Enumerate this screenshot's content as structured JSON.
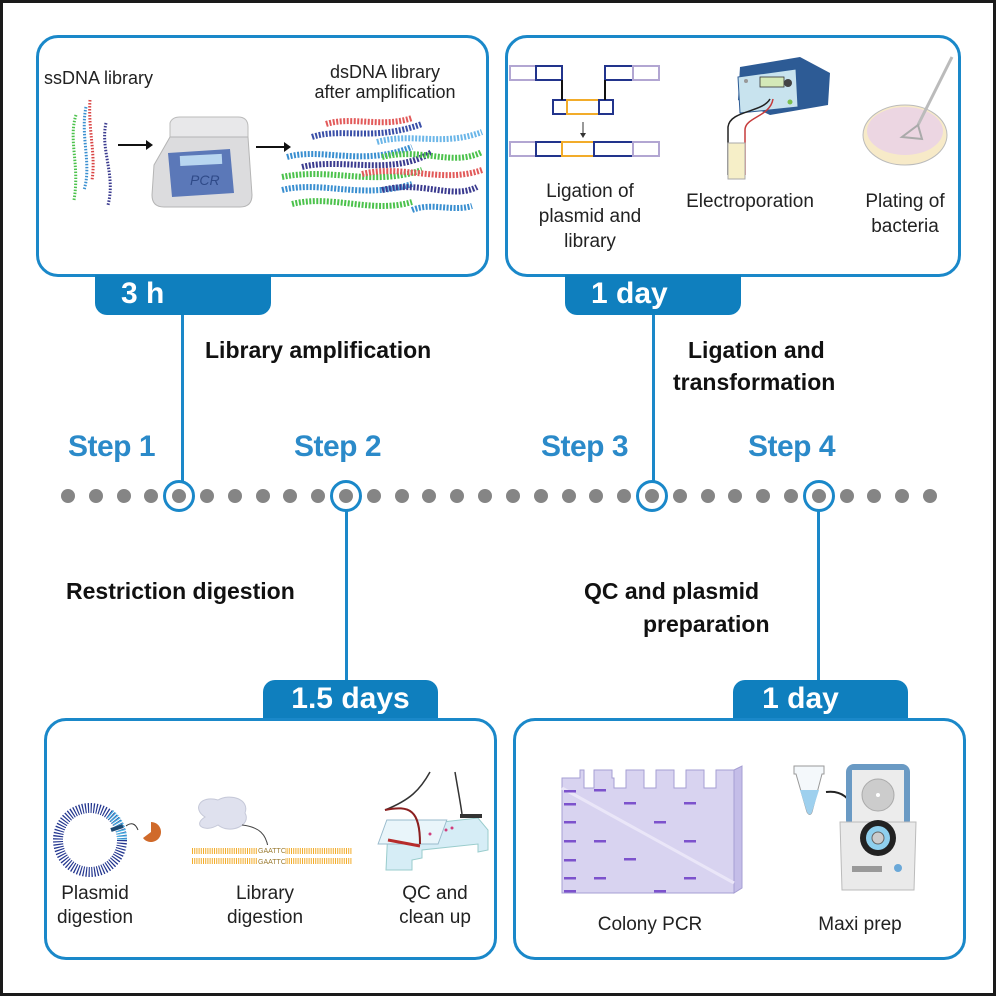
{
  "figure": {
    "steps": [
      {
        "label": "Step 1",
        "phase": "Library amplification",
        "duration": "3 h",
        "items": [
          "ssDNA library",
          "dsDNA library after amplification"
        ],
        "device_label": "PCR"
      },
      {
        "label": "Step 2",
        "phase": "Restriction digestion",
        "duration": "1.5 days",
        "items": [
          "Plasmid digestion",
          "Library digestion",
          "QC and clean up"
        ],
        "site_top": "GAATTC",
        "site_bottom": "GAATTC"
      },
      {
        "label": "Step 3",
        "phase_line1": "Ligation and",
        "phase_line2": "transformation",
        "duration": "1 day",
        "items": [
          "Ligation of plasmid and library",
          "Electroporation",
          "Plating of bacteria"
        ]
      },
      {
        "label": "Step 4",
        "phase_line1": "QC and plasmid",
        "phase_line2": "preparation",
        "duration": "1 day",
        "items": [
          "Colony PCR",
          "Maxi prep"
        ]
      }
    ],
    "labels": {
      "ssdna": "ssDNA library",
      "dsdna_l1": "dsDNA library",
      "dsdna_l2": "after amplification",
      "lig_l1": "Ligation of",
      "lig_l2": "plasmid and",
      "lig_l3": "library",
      "electro": "Electroporation",
      "plate_l1": "Plating of",
      "plate_l2": "bacteria",
      "plas_l1": "Plasmid",
      "plas_l2": "digestion",
      "lib_l1": "Library",
      "lib_l2": "digestion",
      "qc_l1": "QC and",
      "qc_l2": "clean up",
      "colony": "Colony PCR",
      "maxi": "Maxi prep"
    },
    "timeline": {
      "dot_count": 32,
      "highlighted_dots": [
        4,
        10,
        21,
        27
      ]
    },
    "colors": {
      "accent": "#1a88c9",
      "tab": "#0f7fbe",
      "step_text": "#2b8ac9",
      "dot": "#858585"
    }
  }
}
